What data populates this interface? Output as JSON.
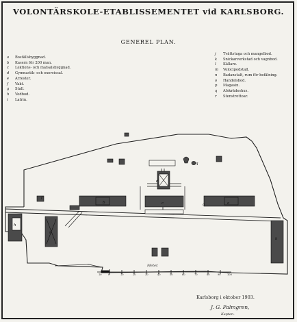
{
  "title": "VOLONTÄRSKOLE-ETABLISSEMENTET vid KARLSBORG.",
  "subtitle": "GENEREL PLAN.",
  "legend_left": [
    {
      "key": "a",
      "text": "Boställsbyggnad."
    },
    {
      "key": "b",
      "text": "Kasern för 200 man."
    },
    {
      "key": "c",
      "text": "Lektions- och matsalsbyggnad."
    },
    {
      "key": "d",
      "text": "Gymnastik- och exercissal."
    },
    {
      "key": "e",
      "text": "Arrester."
    },
    {
      "key": "f",
      "text": "Vakt."
    },
    {
      "key": "g",
      "text": "Stall."
    },
    {
      "key": "h",
      "text": "Vedbod."
    },
    {
      "key": "i",
      "text": "Latrin."
    }
  ],
  "legend_right": [
    {
      "key": "j",
      "text": "Tvättstuga och mangelbod."
    },
    {
      "key": "k",
      "text": "Snickarverkstad och vagnbod."
    },
    {
      "key": "l",
      "text": "Källare."
    },
    {
      "key": "m",
      "text": "Velocipedstall."
    },
    {
      "key": "n",
      "text": "Badanstalt, rum för befälning."
    },
    {
      "key": "o",
      "text": "Handelsbod."
    },
    {
      "key": "p",
      "text": "Magasin."
    },
    {
      "key": "q",
      "text": "Afskrädeshus."
    },
    {
      "key": "r",
      "text": "Stenstrottoar."
    }
  ],
  "plan_labels": {
    "a": "a",
    "b": "b",
    "c": "c",
    "d": "d",
    "e": "e",
    "f": "f",
    "g": "g",
    "h": "h",
    "k": "k",
    "q": "q"
  },
  "scale": {
    "label": "Meter.",
    "ticks": [
      "10",
      "0",
      "10",
      "20",
      "30",
      "40",
      "50",
      "60",
      "70",
      "80",
      "90",
      "100"
    ]
  },
  "signature": {
    "place_date": "Karlsborg i oktober 1903.",
    "name": "J. G. Palmgren,",
    "rank": "Kapten."
  }
}
